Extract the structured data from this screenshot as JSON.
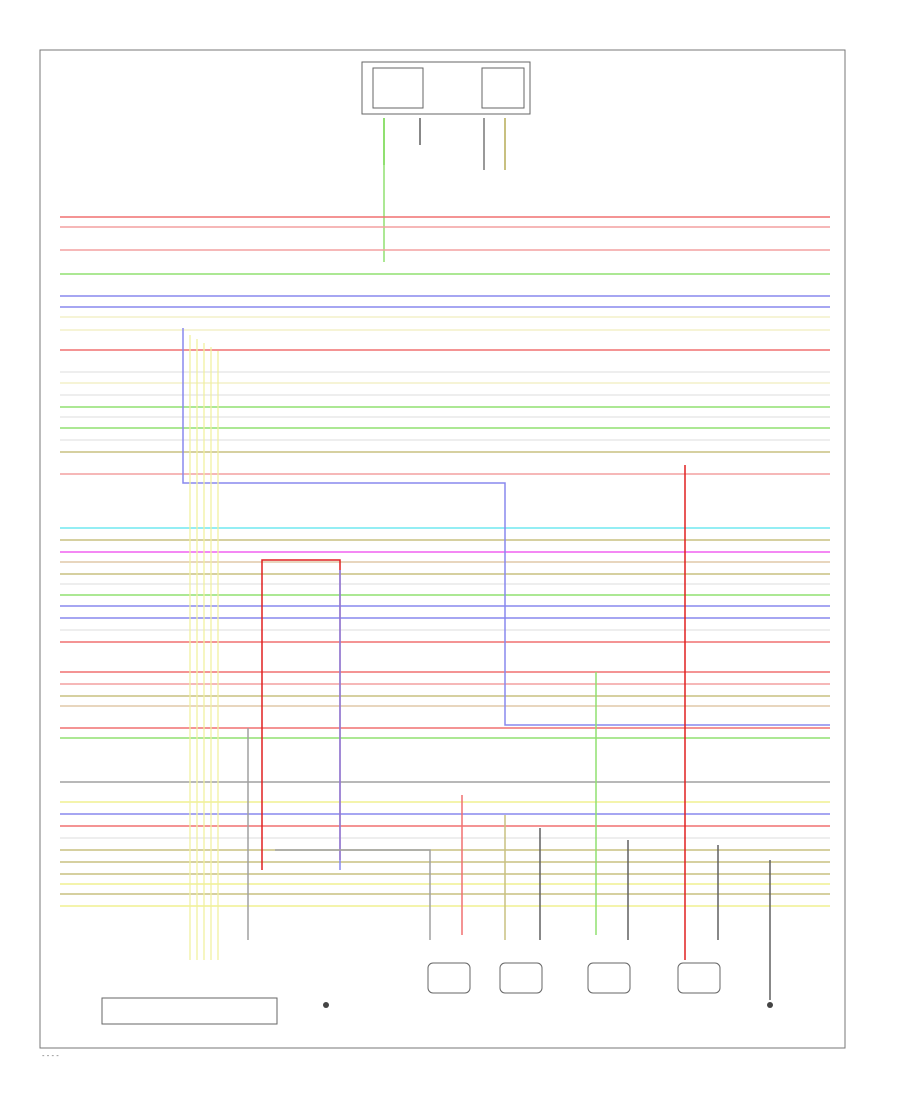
{
  "diagram": {
    "wire_label_text": "- - - -",
    "footer_code": "- - - -"
  },
  "colors": {
    "red": "#f07070",
    "pink": "#f4a0a0",
    "green": "#90e070",
    "lightgreen": "#b8f0a0",
    "blue": "#8888ee",
    "yellow": "#f0f090",
    "cream": "#f4f0c8",
    "olive": "#c8c080",
    "tan": "#e0c8a8",
    "cyan": "#70e8f0",
    "magenta": "#f060f0",
    "gray": "#a0a0a0",
    "darkgray": "#606060",
    "darkred": "#e02020",
    "orange": "#f0a040",
    "white": "#e8e8e8"
  },
  "wires": [
    {
      "color": "red"
    },
    {
      "color": "pink"
    },
    {
      "color": "pink"
    },
    {
      "color": "green"
    },
    {
      "color": "blue"
    },
    {
      "color": "blue"
    },
    {
      "color": "cream"
    },
    {
      "color": "cream"
    },
    {
      "color": "red"
    },
    {
      "color": "white"
    },
    {
      "color": "cream"
    },
    {
      "color": "white"
    },
    {
      "color": "green"
    },
    {
      "color": "white"
    },
    {
      "color": "green"
    },
    {
      "color": "white"
    },
    {
      "color": "olive"
    },
    {
      "color": "pink"
    },
    {
      "color": "cyan"
    },
    {
      "color": "olive"
    },
    {
      "color": "magenta"
    },
    {
      "color": "tan"
    },
    {
      "color": "olive"
    },
    {
      "color": "white"
    },
    {
      "color": "green"
    },
    {
      "color": "blue"
    },
    {
      "color": "blue"
    },
    {
      "color": "white"
    },
    {
      "color": "red"
    },
    {
      "color": "red"
    },
    {
      "color": "pink"
    },
    {
      "color": "olive"
    },
    {
      "color": "tan"
    },
    {
      "color": "red"
    },
    {
      "color": "green"
    },
    {
      "color": "gray"
    },
    {
      "color": "yellow"
    },
    {
      "color": "blue"
    },
    {
      "color": "red"
    },
    {
      "color": "white"
    },
    {
      "color": "olive"
    },
    {
      "color": "olive"
    },
    {
      "color": "olive"
    },
    {
      "color": "yellow"
    },
    {
      "color": "olive"
    },
    {
      "color": "yellow"
    }
  ]
}
